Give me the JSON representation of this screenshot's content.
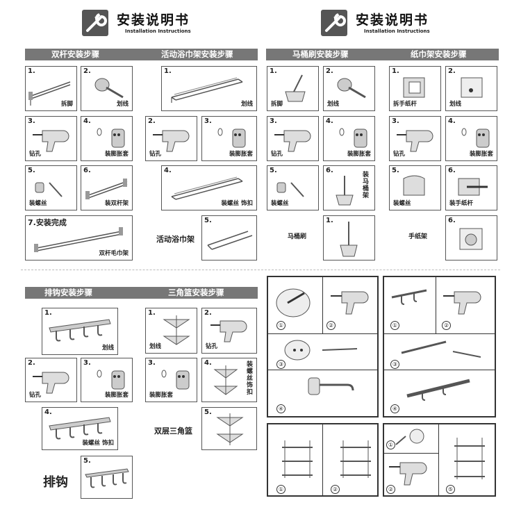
{
  "header": {
    "title": "安装说明书",
    "subtitle": "Installation Instructions"
  },
  "sections": {
    "double_rod": "双杆安装步骤",
    "movable_bath": "活动浴巾架安装步骤",
    "toilet_brush": "马桶刷安装步骤",
    "paper_holder": "纸巾架安装步骤",
    "hook_row": "排钩安装步骤",
    "triangle_basket": "三角篮安装步骤"
  },
  "steps": {
    "double_rod": [
      "拆脚",
      "划线",
      "钻孔",
      "装膨胀套",
      "装螺丝",
      "装双杆架"
    ],
    "double_rod_done": "7.安装完成",
    "double_rod_done_caption": "双杆毛巾架",
    "bath": [
      "划线",
      "钻孔",
      "装膨胀套",
      "装螺丝 饰扣"
    ],
    "bath_name": "活动浴巾架",
    "toilet": [
      "拆脚",
      "划线",
      "钻孔",
      "装膨胀套",
      "装螺丝",
      "装马桶架"
    ],
    "toilet_name": "马桶刷",
    "paper": [
      "拆手纸杆",
      "划线",
      "钻孔",
      "装膨胀套",
      "装螺丝",
      "装手纸杆"
    ],
    "paper_name": "手纸架",
    "hook": [
      "划线",
      "钻孔",
      "装膨胀套",
      "装螺丝 饰扣"
    ],
    "hook_name": "排钩",
    "tri": [
      "划线",
      "钻孔",
      "装膨胀套",
      "装螺丝 饰扣"
    ],
    "tri_name": "双层三角篮"
  },
  "numbers": [
    "1.",
    "2.",
    "3.",
    "4.",
    "5.",
    "6."
  ],
  "circled": [
    "①",
    "②",
    "③",
    "④",
    "⑤"
  ],
  "icons": [
    "wrench-icon",
    "drill-icon",
    "screw-icon",
    "anchor-icon"
  ]
}
